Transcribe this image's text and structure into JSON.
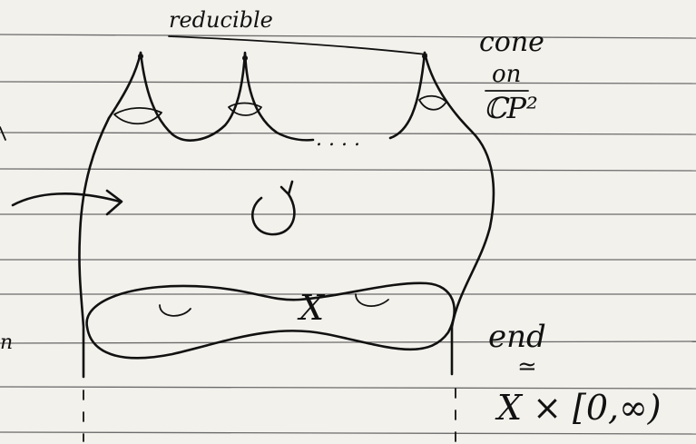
{
  "labels": {
    "top": "reducible",
    "cone_line1": "cone",
    "cone_line2": "on",
    "cone_line3": "ℂP²",
    "x_label": "X",
    "end_line1": "end",
    "end_line2": "≃",
    "end_line3": "X × [0,∞)",
    "left_edge_mark": "n"
  },
  "colors": {
    "paper": "#f3f1ec",
    "ink": "#111111",
    "rule": "#6b6b6b"
  },
  "icons": {
    "rotation_arrow": "counterclockwise-arrow-icon",
    "pointer_arrow": "right-arrow-icon"
  }
}
